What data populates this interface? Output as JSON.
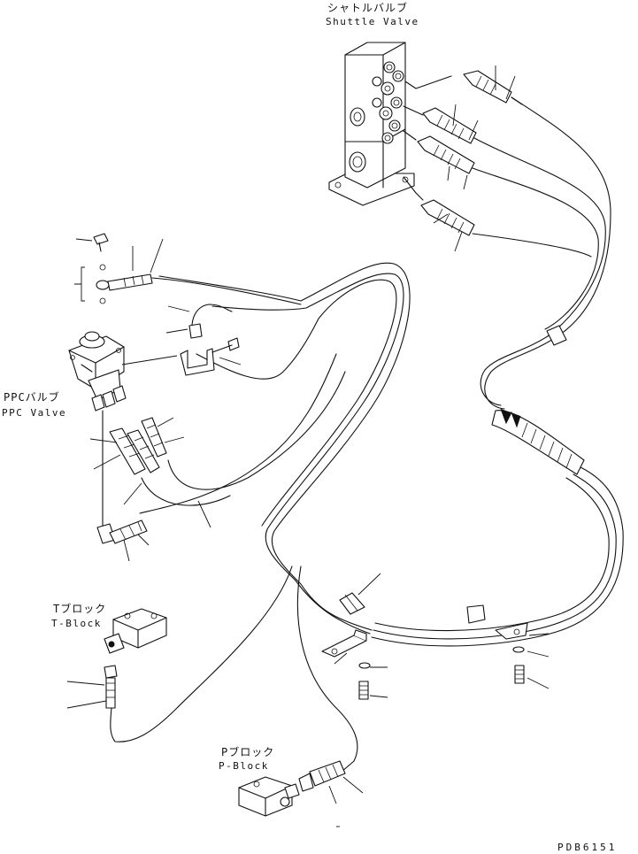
{
  "labels": {
    "shuttle_valve_jp": "シャトルバルブ",
    "shuttle_valve_en": "Shuttle Valve",
    "ppc_valve_jp": "PPCバルブ",
    "ppc_valve_en": "PPC Valve",
    "t_block_jp": "Tブロック",
    "t_block_en": "T-Block",
    "p_block_jp": "Pブロック",
    "p_block_en": "P-Block"
  },
  "drawing_code": "PDB6151"
}
